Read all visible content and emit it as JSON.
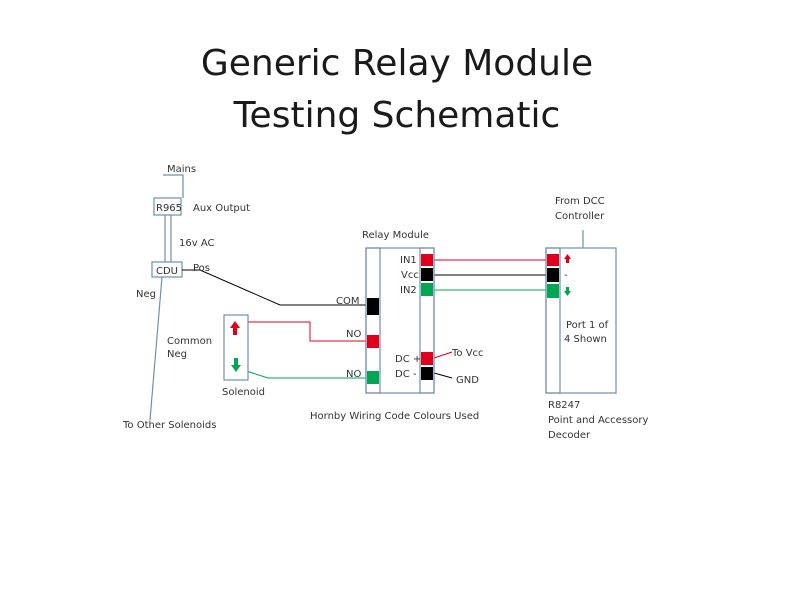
{
  "title": {
    "line1": "Generic Relay Module",
    "line2": "Testing Schematic"
  },
  "labels": {
    "mains": "Mains",
    "r965": "R965",
    "aux_output": "Aux Output",
    "ac": "16v AC",
    "cdu": "CDU",
    "pos": "Pos",
    "neg": "Neg",
    "to_other": "To Other Solenoids",
    "common_neg_1": "Common",
    "common_neg_2": "Neg",
    "solenoid": "Solenoid",
    "relay_module": "Relay Module",
    "com": "COM",
    "no_top": "NO",
    "no_bottom": "NO",
    "in1": "IN1",
    "vcc": "Vcc",
    "in2": "IN2",
    "dc_plus": "DC +",
    "dc_minus": "DC -",
    "to_vcc": "To Vcc",
    "gnd": "GND",
    "wiring_note": "Hornby Wiring Code Colours Used",
    "from_dcc_1": "From DCC",
    "from_dcc_2": "Controller",
    "port_1": "Port 1 of",
    "port_2": "4 Shown",
    "dec_1": "R8247",
    "dec_2": "Point and Accessory",
    "dec_3": "Decoder",
    "dec_minus": "-"
  },
  "colors": {
    "red": "#e0001b",
    "black": "#000000",
    "green": "#00a651",
    "wire_blue": "#6f8fb0",
    "outline": "#6f8fb0",
    "text": "#333333"
  }
}
